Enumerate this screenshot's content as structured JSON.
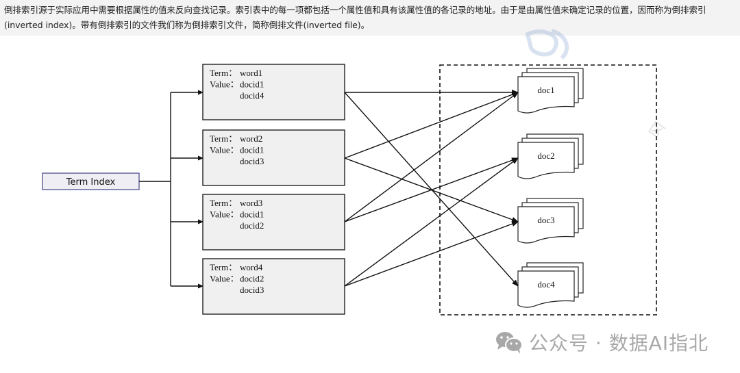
{
  "header": {
    "paragraph": "倒排索引源于实际应用中需要根据属性的值来反向查找记录。索引表中的每一项都包括一个属性值和具有该属性值的各记录的地址。由于是由属性值来确定记录的位置，因而称为倒排索引(inverted index)。带有倒排索引的文件我们称为倒排索引文件，简称倒排文件(inverted file)。"
  },
  "diagram": {
    "root": {
      "label": "Term Index"
    },
    "terms": [
      {
        "term_label": "Term：",
        "term": "word1",
        "value_label": "Value：",
        "values": [
          "docid1",
          "docid4"
        ]
      },
      {
        "term_label": "Term：",
        "term": "word2",
        "value_label": "Value：",
        "values": [
          "docid1",
          "docid3"
        ]
      },
      {
        "term_label": "Term：",
        "term": "word3",
        "value_label": "Value：",
        "values": [
          "docid1",
          "docid2"
        ]
      },
      {
        "term_label": "Term：",
        "term": "word4",
        "value_label": "Value：",
        "values": [
          "docid2",
          "docid3"
        ]
      }
    ],
    "docs": [
      {
        "label": "doc1"
      },
      {
        "label": "doc2"
      },
      {
        "label": "doc3"
      },
      {
        "label": "doc4"
      }
    ],
    "edges": [
      {
        "from": "word1",
        "to": "doc1"
      },
      {
        "from": "word1",
        "to": "doc4"
      },
      {
        "from": "word2",
        "to": "doc1"
      },
      {
        "from": "word2",
        "to": "doc3"
      },
      {
        "from": "word3",
        "to": "doc1"
      },
      {
        "from": "word3",
        "to": "doc2"
      },
      {
        "from": "word4",
        "to": "doc2"
      },
      {
        "from": "word4",
        "to": "doc3"
      }
    ],
    "colors": {
      "root_border": "#5a5a96",
      "root_fill": "#eeeef4",
      "term_fill": "#f0f0f0",
      "line": "#111111"
    }
  },
  "footer": {
    "icon": "wechat-icon",
    "text": "公众号 · 数据AI指北"
  }
}
